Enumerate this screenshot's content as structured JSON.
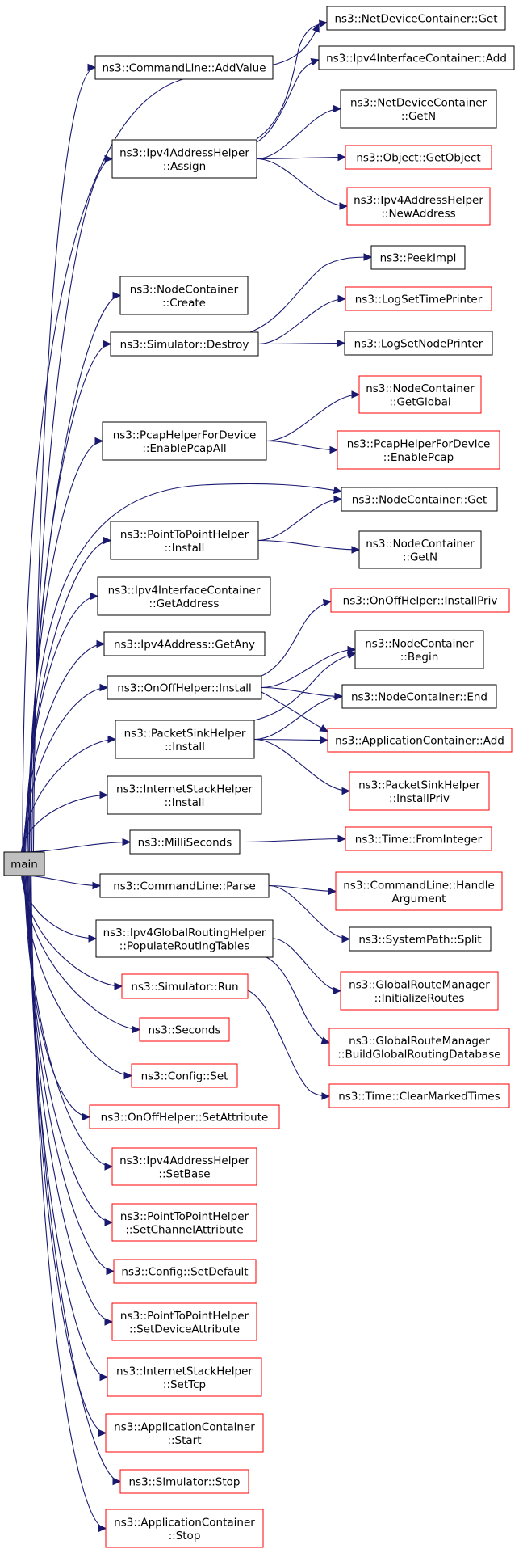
{
  "colors": {
    "edge": "#191970",
    "border_black": "#000000",
    "border_red": "#ff0000",
    "root_fill": "#bfbfbf",
    "node_fill": "#ffffff"
  },
  "nodes": [
    {
      "id": "main",
      "lines": [
        "main"
      ],
      "style": "root"
    },
    {
      "id": "cl_addvalue",
      "lines": [
        "ns3::CommandLine::AddValue"
      ],
      "style": "black"
    },
    {
      "id": "ipv4ah_assign",
      "lines": [
        "ns3::Ipv4AddressHelper",
        "::Assign"
      ],
      "style": "black"
    },
    {
      "id": "ndc_get",
      "lines": [
        "ns3::NetDeviceContainer::Get"
      ],
      "style": "black"
    },
    {
      "id": "ipv4ic_add",
      "lines": [
        "ns3::Ipv4InterfaceContainer::Add"
      ],
      "style": "black"
    },
    {
      "id": "ndc_getn",
      "lines": [
        "ns3::NetDeviceContainer",
        "::GetN"
      ],
      "style": "black"
    },
    {
      "id": "obj_getobject",
      "lines": [
        "ns3::Object::GetObject"
      ],
      "style": "red"
    },
    {
      "id": "ipv4ah_newaddress",
      "lines": [
        "ns3::Ipv4AddressHelper",
        "::NewAddress"
      ],
      "style": "red"
    },
    {
      "id": "nc_create",
      "lines": [
        "ns3::NodeContainer",
        "::Create"
      ],
      "style": "black"
    },
    {
      "id": "sim_destroy",
      "lines": [
        "ns3::Simulator::Destroy"
      ],
      "style": "black"
    },
    {
      "id": "peekimpl",
      "lines": [
        "ns3::PeekImpl"
      ],
      "style": "black"
    },
    {
      "id": "logsettimeprinter",
      "lines": [
        "ns3::LogSetTimePrinter"
      ],
      "style": "red"
    },
    {
      "id": "logsetnodeprinter",
      "lines": [
        "ns3::LogSetNodePrinter"
      ],
      "style": "black"
    },
    {
      "id": "pcap_enableall",
      "lines": [
        "ns3::PcapHelperForDevice",
        "::EnablePcapAll"
      ],
      "style": "black"
    },
    {
      "id": "nc_getglobal",
      "lines": [
        "ns3::NodeContainer",
        "::GetGlobal"
      ],
      "style": "red"
    },
    {
      "id": "pcap_enable",
      "lines": [
        "ns3::PcapHelperForDevice",
        "::EnablePcap"
      ],
      "style": "red"
    },
    {
      "id": "nc_get",
      "lines": [
        "ns3::NodeContainer::Get"
      ],
      "style": "black"
    },
    {
      "id": "p2p_install",
      "lines": [
        "ns3::PointToPointHelper",
        "::Install"
      ],
      "style": "black"
    },
    {
      "id": "nc_getn",
      "lines": [
        "ns3::NodeContainer",
        "::GetN"
      ],
      "style": "black"
    },
    {
      "id": "ipv4ic_getaddress",
      "lines": [
        "ns3::Ipv4InterfaceContainer",
        "::GetAddress"
      ],
      "style": "black"
    },
    {
      "id": "ipv4addr_getany",
      "lines": [
        "ns3::Ipv4Address::GetAny"
      ],
      "style": "black"
    },
    {
      "id": "onoff_installpriv",
      "lines": [
        "ns3::OnOffHelper::InstallPriv"
      ],
      "style": "red"
    },
    {
      "id": "onoff_install",
      "lines": [
        "ns3::OnOffHelper::Install"
      ],
      "style": "black"
    },
    {
      "id": "nc_begin",
      "lines": [
        "ns3::NodeContainer",
        "::Begin"
      ],
      "style": "black"
    },
    {
      "id": "nc_end",
      "lines": [
        "ns3::NodeContainer::End"
      ],
      "style": "black"
    },
    {
      "id": "psh_install",
      "lines": [
        "ns3::PacketSinkHelper",
        "::Install"
      ],
      "style": "black"
    },
    {
      "id": "ac_add",
      "lines": [
        "ns3::ApplicationContainer::Add"
      ],
      "style": "red"
    },
    {
      "id": "psh_installpriv",
      "lines": [
        "ns3::PacketSinkHelper",
        "::InstallPriv"
      ],
      "style": "red"
    },
    {
      "id": "ish_install",
      "lines": [
        "ns3::InternetStackHelper",
        "::Install"
      ],
      "style": "black"
    },
    {
      "id": "milliseconds",
      "lines": [
        "ns3::MilliSeconds"
      ],
      "style": "black"
    },
    {
      "id": "time_frominteger",
      "lines": [
        "ns3::Time::FromInteger"
      ],
      "style": "red"
    },
    {
      "id": "cl_parse",
      "lines": [
        "ns3::CommandLine::Parse"
      ],
      "style": "black"
    },
    {
      "id": "cl_handleargument",
      "lines": [
        "ns3::CommandLine::Handle",
        "Argument"
      ],
      "style": "red"
    },
    {
      "id": "sp_split",
      "lines": [
        "ns3::SystemPath::Split"
      ],
      "style": "black"
    },
    {
      "id": "igrh_populate",
      "lines": [
        "ns3::Ipv4GlobalRoutingHelper",
        "::PopulateRoutingTables"
      ],
      "style": "black"
    },
    {
      "id": "grm_initroutes",
      "lines": [
        "ns3::GlobalRouteManager",
        "::InitializeRoutes"
      ],
      "style": "red"
    },
    {
      "id": "sim_run",
      "lines": [
        "ns3::Simulator::Run"
      ],
      "style": "red"
    },
    {
      "id": "grm_builddb",
      "lines": [
        "ns3::GlobalRouteManager",
        "::BuildGlobalRoutingDatabase"
      ],
      "style": "red"
    },
    {
      "id": "time_clearmarked",
      "lines": [
        "ns3::Time::ClearMarkedTimes"
      ],
      "style": "red"
    },
    {
      "id": "seconds",
      "lines": [
        "ns3::Seconds"
      ],
      "style": "red"
    },
    {
      "id": "config_set",
      "lines": [
        "ns3::Config::Set"
      ],
      "style": "red"
    },
    {
      "id": "onoff_setattribute",
      "lines": [
        "ns3::OnOffHelper::SetAttribute"
      ],
      "style": "red"
    },
    {
      "id": "ipv4ah_setbase",
      "lines": [
        "ns3::Ipv4AddressHelper",
        "::SetBase"
      ],
      "style": "red"
    },
    {
      "id": "p2p_setchannelattr",
      "lines": [
        "ns3::PointToPointHelper",
        "::SetChannelAttribute"
      ],
      "style": "red"
    },
    {
      "id": "config_setdefault",
      "lines": [
        "ns3::Config::SetDefault"
      ],
      "style": "red"
    },
    {
      "id": "p2p_setdeviceattr",
      "lines": [
        "ns3::PointToPointHelper",
        "::SetDeviceAttribute"
      ],
      "style": "red"
    },
    {
      "id": "ish_settcp",
      "lines": [
        "ns3::InternetStackHelper",
        "::SetTcp"
      ],
      "style": "red"
    },
    {
      "id": "ac_start",
      "lines": [
        "ns3::ApplicationContainer",
        "::Start"
      ],
      "style": "red"
    },
    {
      "id": "sim_stop",
      "lines": [
        "ns3::Simulator::Stop"
      ],
      "style": "red"
    },
    {
      "id": "ac_stop",
      "lines": [
        "ns3::ApplicationContainer",
        "::Stop"
      ],
      "style": "red"
    }
  ],
  "edges": [
    [
      "main",
      "cl_addvalue"
    ],
    [
      "main",
      "ipv4ah_assign"
    ],
    [
      "main",
      "nc_create"
    ],
    [
      "main",
      "sim_destroy"
    ],
    [
      "main",
      "pcap_enableall"
    ],
    [
      "main",
      "nc_get"
    ],
    [
      "main",
      "p2p_install"
    ],
    [
      "main",
      "ipv4ic_getaddress"
    ],
    [
      "main",
      "ipv4addr_getany"
    ],
    [
      "main",
      "onoff_install"
    ],
    [
      "main",
      "psh_install"
    ],
    [
      "main",
      "ish_install"
    ],
    [
      "main",
      "milliseconds"
    ],
    [
      "main",
      "cl_parse"
    ],
    [
      "main",
      "igrh_populate"
    ],
    [
      "main",
      "sim_run"
    ],
    [
      "main",
      "seconds"
    ],
    [
      "main",
      "config_set"
    ],
    [
      "main",
      "onoff_setattribute"
    ],
    [
      "main",
      "ipv4ah_setbase"
    ],
    [
      "main",
      "p2p_setchannelattr"
    ],
    [
      "main",
      "config_setdefault"
    ],
    [
      "main",
      "p2p_setdeviceattr"
    ],
    [
      "main",
      "ish_settcp"
    ],
    [
      "main",
      "ac_start"
    ],
    [
      "main",
      "sim_stop"
    ],
    [
      "main",
      "ac_stop"
    ],
    [
      "main",
      "ndc_get"
    ],
    [
      "ipv4ah_assign",
      "ndc_get"
    ],
    [
      "ipv4ah_assign",
      "ipv4ic_add"
    ],
    [
      "ipv4ah_assign",
      "ndc_getn"
    ],
    [
      "ipv4ah_assign",
      "obj_getobject"
    ],
    [
      "ipv4ah_assign",
      "ipv4ah_newaddress"
    ],
    [
      "sim_destroy",
      "peekimpl"
    ],
    [
      "sim_destroy",
      "logsettimeprinter"
    ],
    [
      "sim_destroy",
      "logsetnodeprinter"
    ],
    [
      "pcap_enableall",
      "nc_getglobal"
    ],
    [
      "pcap_enableall",
      "pcap_enable"
    ],
    [
      "p2p_install",
      "nc_get"
    ],
    [
      "p2p_install",
      "nc_getn"
    ],
    [
      "onoff_install",
      "onoff_installpriv"
    ],
    [
      "onoff_install",
      "nc_begin"
    ],
    [
      "onoff_install",
      "nc_end"
    ],
    [
      "onoff_install",
      "ac_add"
    ],
    [
      "psh_install",
      "nc_begin"
    ],
    [
      "psh_install",
      "nc_end"
    ],
    [
      "psh_install",
      "ac_add"
    ],
    [
      "psh_install",
      "psh_installpriv"
    ],
    [
      "milliseconds",
      "time_frominteger"
    ],
    [
      "cl_parse",
      "cl_handleargument"
    ],
    [
      "cl_parse",
      "sp_split"
    ],
    [
      "igrh_populate",
      "grm_initroutes"
    ],
    [
      "igrh_populate",
      "grm_builddb"
    ],
    [
      "sim_run",
      "time_clearmarked"
    ]
  ]
}
